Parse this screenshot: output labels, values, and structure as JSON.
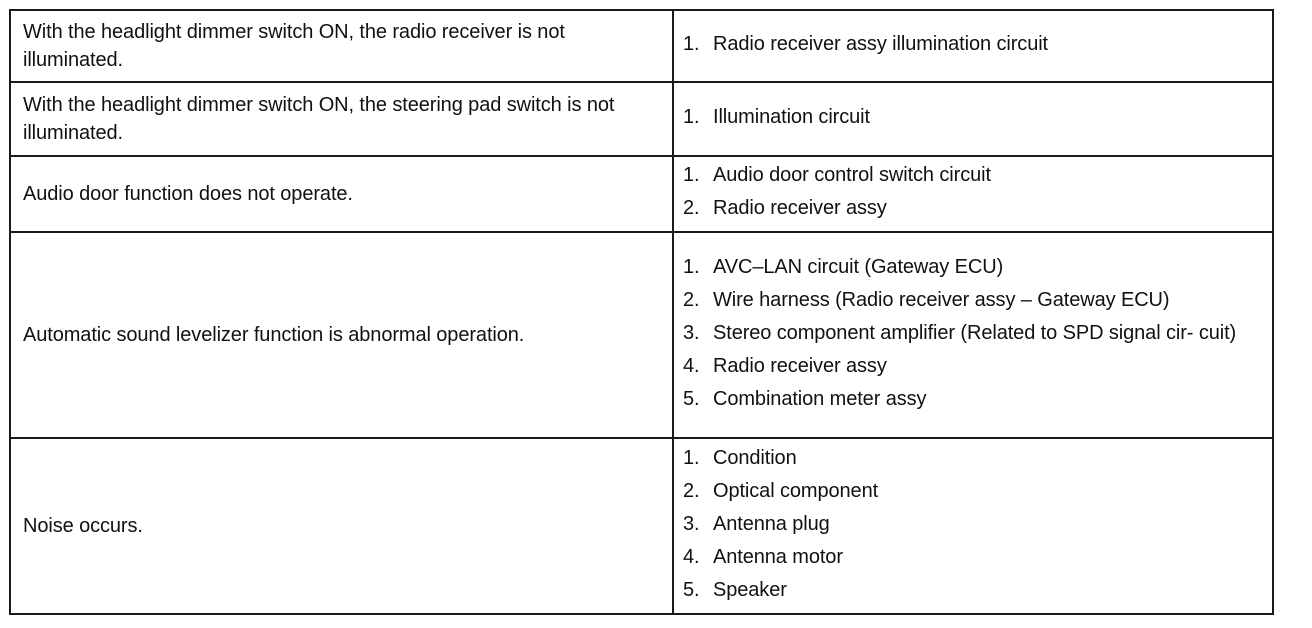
{
  "rows": [
    {
      "symptom": "With the headlight dimmer switch ON, the radio receiver is not illuminated.",
      "causes": [
        {
          "num": "1.",
          "text": "Radio receiver assy illumination circuit"
        }
      ]
    },
    {
      "symptom": "With the headlight dimmer switch ON, the steering pad switch is not illuminated.",
      "causes": [
        {
          "num": "1.",
          "text": "Illumination circuit"
        }
      ]
    },
    {
      "symptom": "Audio door function does not operate.",
      "causes": [
        {
          "num": "1.",
          "text": "Audio door control switch circuit"
        },
        {
          "num": "2.",
          "text": "Radio receiver assy"
        }
      ]
    },
    {
      "symptom": "Automatic sound levelizer function is abnormal operation.",
      "causes": [
        {
          "num": "1.",
          "text": "AVC–LAN circuit (Gateway ECU)"
        },
        {
          "num": "2.",
          "text": "Wire harness (Radio receiver assy – Gateway ECU)"
        },
        {
          "num": "3.",
          "text": "Stereo component amplifier (Related to SPD signal cir- cuit)"
        },
        {
          "num": "4.",
          "text": "Radio receiver assy"
        },
        {
          "num": "5.",
          "text": "Combination meter assy"
        }
      ]
    },
    {
      "symptom": "Noise occurs.",
      "causes": [
        {
          "num": "1.",
          "text": "Condition"
        },
        {
          "num": "2.",
          "text": "Optical component"
        },
        {
          "num": "3.",
          "text": "Antenna plug"
        },
        {
          "num": "4.",
          "text": "Antenna motor"
        },
        {
          "num": "5.",
          "text": "Speaker"
        }
      ]
    }
  ]
}
